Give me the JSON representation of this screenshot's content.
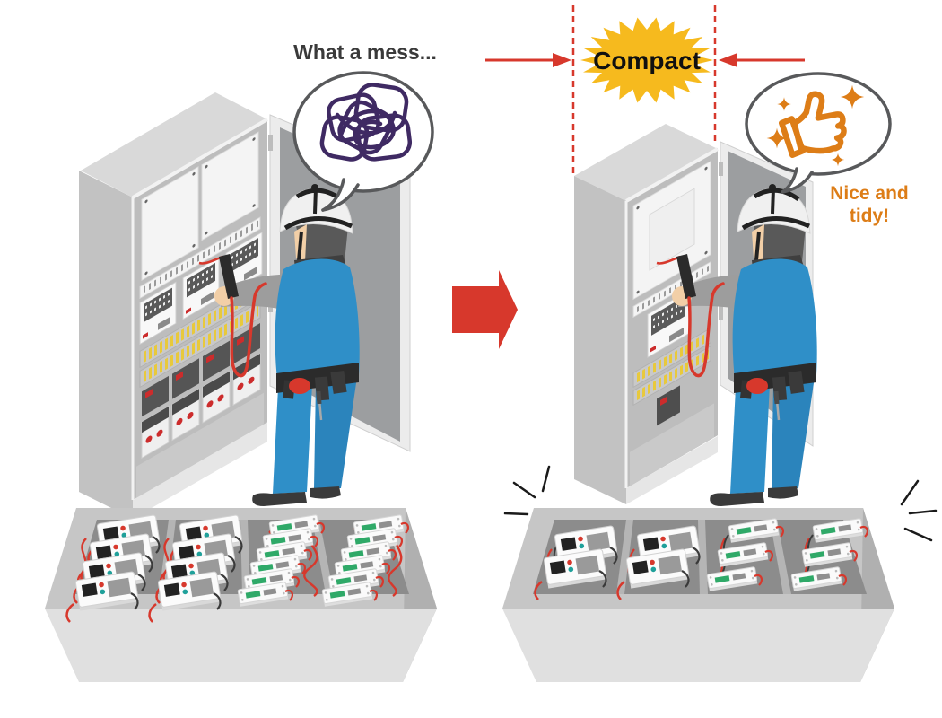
{
  "scene": {
    "kind": "before-after illustration",
    "subject": "electrical cabinet wiring: messy versus compact and tidy"
  },
  "labels": {
    "before_caption": "What a mess...",
    "burst_label": "Compact",
    "after_caption_line1": "Nice and",
    "after_caption_line2": "tidy!"
  },
  "left_scene": {
    "caption": "What a mess...",
    "speech_bubble_icon": "tangled-scribble-icon",
    "cabinet": "wide cabinet full of devices, terminal strips and contactors",
    "tray": {
      "meter_devices": 8,
      "mini_devices": 12,
      "wiring": "tangled"
    }
  },
  "center": {
    "burst_label": "Compact",
    "transition_icon": "right-arrow-icon",
    "width_marker_icons": "inward-arrows-with-dashed-lines"
  },
  "right_scene": {
    "caption_line1": "Nice and",
    "caption_line2": "tidy!",
    "speech_bubble_icon": "thumbs-up-icon",
    "cabinet": "narrow compact cabinet with few devices",
    "tray": {
      "meter_devices": 4,
      "mini_devices": 6,
      "wiring": "tidy"
    }
  },
  "palette": {
    "accent_red": "#d7382c",
    "burst_yellow": "#f6ba1e",
    "accent_orange": "#dd7d17",
    "scribble_purple": "#3f2a63",
    "worker_blue": "#2f8fc8",
    "cabinet_gray": "#c2c2c2",
    "label_dark": "#3a3a3a"
  }
}
